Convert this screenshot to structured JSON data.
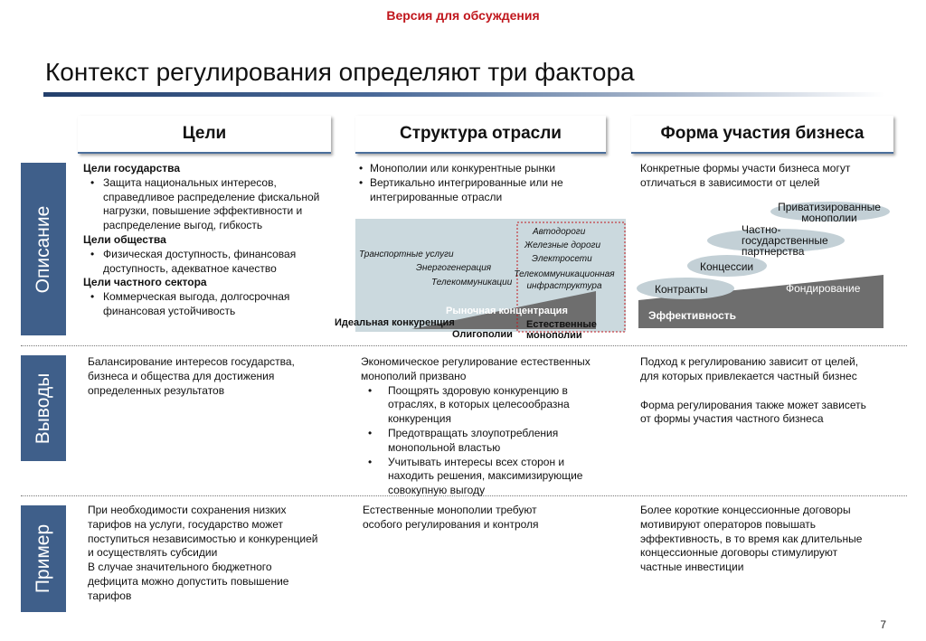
{
  "header": {
    "version": "Версия для обсуждения",
    "title": "Контекст регулирования определяют три фактора"
  },
  "columns": [
    "Цели",
    "Структура отрасли",
    "Форма участия бизнеса"
  ],
  "rows": [
    "Описание",
    "Выводы",
    "Пример"
  ],
  "description": {
    "goals": {
      "state_title": "Цели государства",
      "state_bullet": "Защита национальных интересов, справедливое распределение фискальной нагрузки, повышение эффективности и распределение выгод, гибкость",
      "society_title": "Цели общества",
      "society_bullet": "Физическая доступность, финансовая доступность, адекватное качество",
      "private_title": "Цели частного сектора",
      "private_bullet": "Коммерческая выгода, долгосрочная финансовая устойчивость"
    },
    "structure": {
      "bullet1": "Монополии или конкурентные рынки",
      "bullet2": "Вертикально интегрированные или не интегрированные отрасли",
      "diagram": {
        "transport": "Транспортные услуги",
        "energy": "Энергогенерация",
        "telecom": "Телекоммуникации",
        "roads": "Автодороги",
        "rail": "Железные дороги",
        "power_grid": "Электросети",
        "telecom_infra": "Телекоммуникационная инфраструктура",
        "market_concentration": "Рыночная концентрация",
        "ideal_competition": "Идеальная конкуренция",
        "oligopolies": "Олигополии",
        "natural_monopolies": "Естественные монополии"
      }
    },
    "business": {
      "intro": "Конкретные формы участи бизнеса могут отличаться в зависимости от целей",
      "diagram": {
        "privatized": "Приватизированные монополии",
        "ppp": "Частно-государственные партнерства",
        "concessions": "Концессии",
        "contracts": "Контракты",
        "funding": "Фондирование",
        "efficiency": "Эффективность"
      }
    }
  },
  "conclusions": {
    "goals": "Балансирование интересов государства, бизнеса и общества для достижения определенных результатов",
    "structure_intro": "Экономическое регулирование естественных монополий призвано",
    "structure_bullets": [
      "Поощрять здоровую конкуренцию в отраслях, в которых целесообразна конкуренция",
      "Предотвращать злоупотребления монопольной властью",
      "Учитывать интересы всех сторон и находить решения, максимизирующие совокупную выгоду"
    ],
    "business_p1": "Подход к регулированию зависит от целей, для которых привлекается частный бизнес",
    "business_p2": "Форма регулирования также может зависеть от формы участия частного бизнеса"
  },
  "examples": {
    "goals_p1": "При необходимости сохранения низких тарифов на услуги, государство может поступиться независимостью и конкуренцией и осуществлять субсидии",
    "goals_p2": "В случае значительного бюджетного дефицита можно допустить повышение тарифов",
    "structure": "Естественные монополии требуют особого регулирования и контроля",
    "business": "Более короткие концессионные договоры мотивируют операторов повышать эффективность, в то время как длительные концессионные договоры стимулируют частные инвестиции"
  },
  "page_number": "7",
  "colors": {
    "accent_red": "#c0161c",
    "row_label_bg": "#3f5f8a",
    "diagram_bg": "#cbd9de",
    "diagram_wedge": "#6e6e6e",
    "ellipse": "#c3d0d6"
  }
}
